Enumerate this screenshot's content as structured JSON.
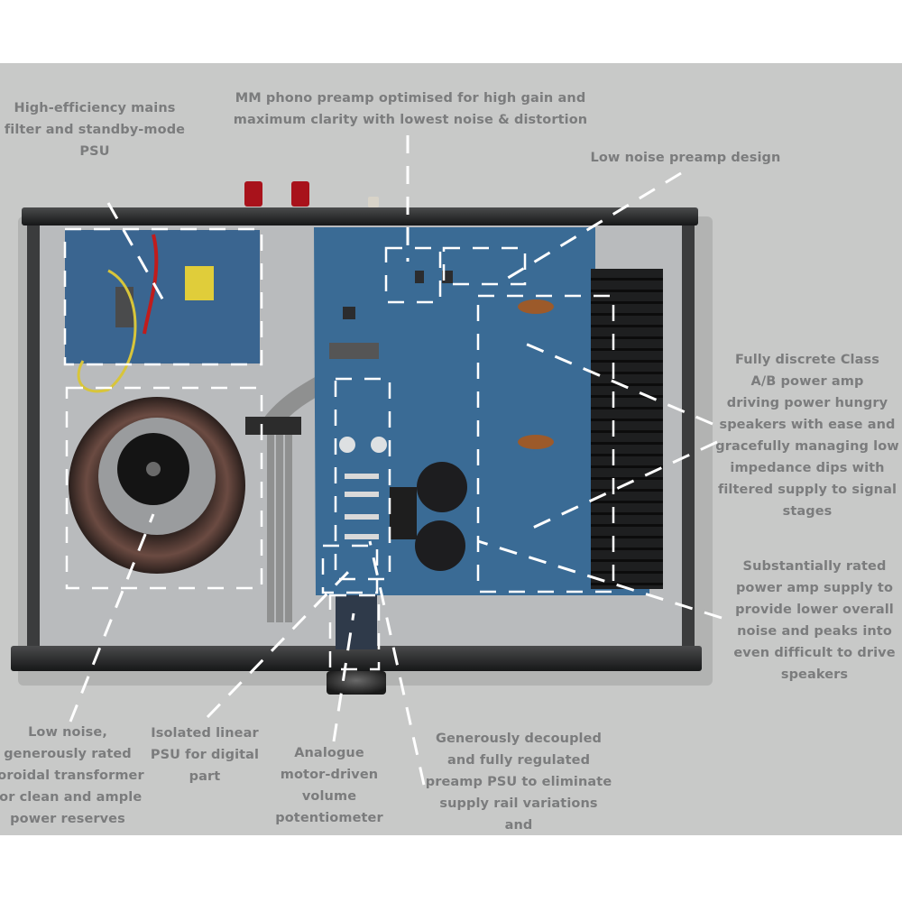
{
  "image": {
    "subject": "Integrated amplifier internal layout (top view, lid removed)",
    "background_color": "#c8c9c8",
    "pcb_color": "#3a6b95",
    "chassis_color": "#2a2b2c",
    "callout_text_color": "#7b7c7d",
    "leader_color": "#ffffff"
  },
  "callouts": [
    {
      "id": "mains-psu",
      "text": "High-efficiency mains\nfilter and standby-mode\nPSU"
    },
    {
      "id": "mm-phono",
      "text": "MM phono preamp optimised for high gain and\nmaximum clarity with lowest noise & distortion"
    },
    {
      "id": "preamp",
      "text": "Low noise preamp design"
    },
    {
      "id": "power-amp",
      "text": "Fully discrete Class\nA/B power amp\ndriving power hungry\nspeakers with ease and\ngracefully managing low\nimpedance dips with\nfiltered supply to signal\nstages"
    },
    {
      "id": "power-supply",
      "text": "Substantially rated\npower amp supply to\nprovide lower overall\nnoise and peaks into\neven difficult to drive\nspeakers"
    },
    {
      "id": "toroid",
      "text": "Low noise,\ngenerously rated\ntoroidal transformer\nfor clean and ample\npower reserves"
    },
    {
      "id": "digital-psu",
      "text": "Isolated linear\nPSU for digital\npart"
    },
    {
      "id": "volume-pot",
      "text": "Analogue\nmotor-driven\nvolume\npotentiometer"
    },
    {
      "id": "preamp-psu",
      "text": "Generously decoupled\nand fully regulated\npreamp PSU to eliminate\nsupply rail variations and\nassociated distortion"
    }
  ]
}
